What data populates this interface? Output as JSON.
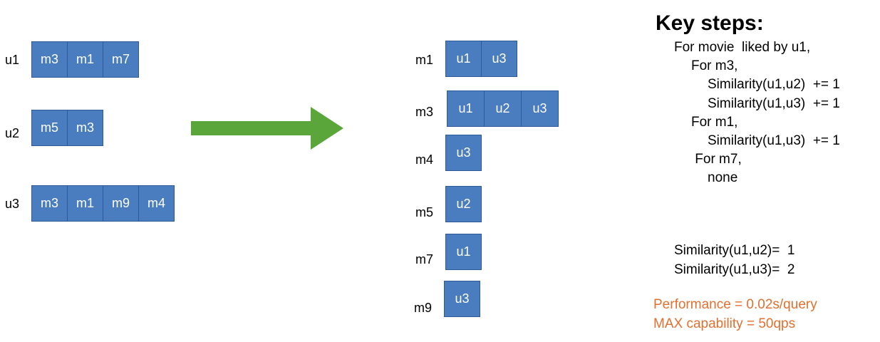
{
  "users": [
    {
      "label": "u1",
      "movies": [
        "m3",
        "m1",
        "m7"
      ]
    },
    {
      "label": "u2",
      "movies": [
        "m5",
        "m3"
      ]
    },
    {
      "label": "u3",
      "movies": [
        "m3",
        "m1",
        "m9",
        "m4"
      ]
    }
  ],
  "movies": [
    {
      "label": "m1",
      "users": [
        "u1",
        "u3"
      ]
    },
    {
      "label": "m3",
      "users": [
        "u1",
        "u2",
        "u3"
      ]
    },
    {
      "label": "m4",
      "users": [
        "u3"
      ]
    },
    {
      "label": "m5",
      "users": [
        "u2"
      ]
    },
    {
      "label": "m7",
      "users": [
        "u1"
      ]
    },
    {
      "label": "m9",
      "users": [
        "u3"
      ]
    }
  ],
  "arrow_color": "#5aa63a",
  "cell_color": "#4a7cc0",
  "key_steps": {
    "title": "Key steps:",
    "lines": [
      "For movie  liked by u1,",
      "For m3,",
      "Similarity(u1,u2)  += 1",
      "Similarity(u1,u3)  += 1",
      "For m1,",
      "Similarity(u1,u3)  += 1",
      " For m7,",
      "none"
    ],
    "results": [
      "Similarity(u1,u2)=  1",
      "Similarity(u1,u3)=  2"
    ]
  },
  "performance": {
    "color": "#e07030",
    "lines": [
      "Performance = 0.02s/query",
      "MAX capability = 50qps"
    ]
  }
}
